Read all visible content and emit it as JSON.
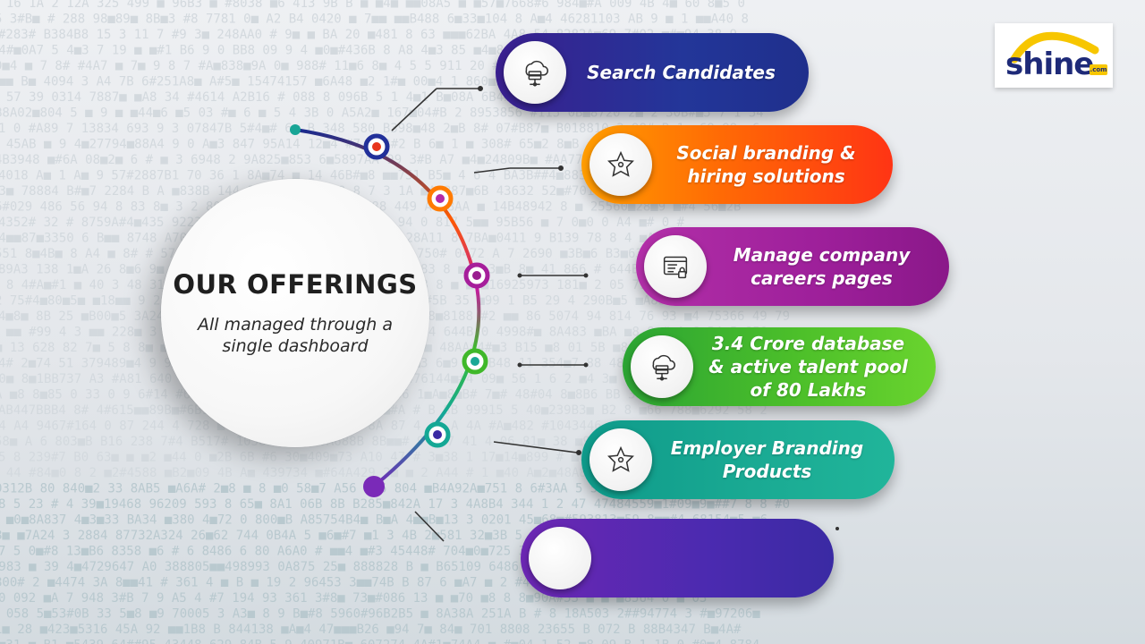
{
  "center": {
    "title": "OUR OFFERINGS",
    "subtitle": "All managed through a single dashboard"
  },
  "offerings": [
    {
      "label": "Search Candidates",
      "icon": "cloud-database-icon",
      "color_start": "#3a1f8f",
      "color_end": "#1f2f8c"
    },
    {
      "label": "Social branding &\nhiring solutions",
      "icon": "star-person-icon",
      "color_start": "#ff9d00",
      "color_end": "#ff3414"
    },
    {
      "label": "Manage company\ncareers pages",
      "icon": "browser-lock-icon",
      "color_start": "#b22fa8",
      "color_end": "#8a1889"
    },
    {
      "label": "3.4 Crore database\n& active talent pool\nof 80 Lakhs",
      "icon": "cloud-database-icon",
      "color_start": "#2ba433",
      "color_end": "#6ad42e"
    },
    {
      "label": "Employer Branding\nProducts",
      "icon": "star-person-icon",
      "color_start": "#0e9a8a",
      "color_end": "#20b59a"
    },
    {
      "label": "",
      "icon": "",
      "color_start": "#6c27b3",
      "color_end": "#3a2aa3"
    }
  ],
  "logo": {
    "text": "shine",
    "suffix": ".com",
    "accent_color": "#f7c600",
    "text_color": "#1e2a78"
  }
}
